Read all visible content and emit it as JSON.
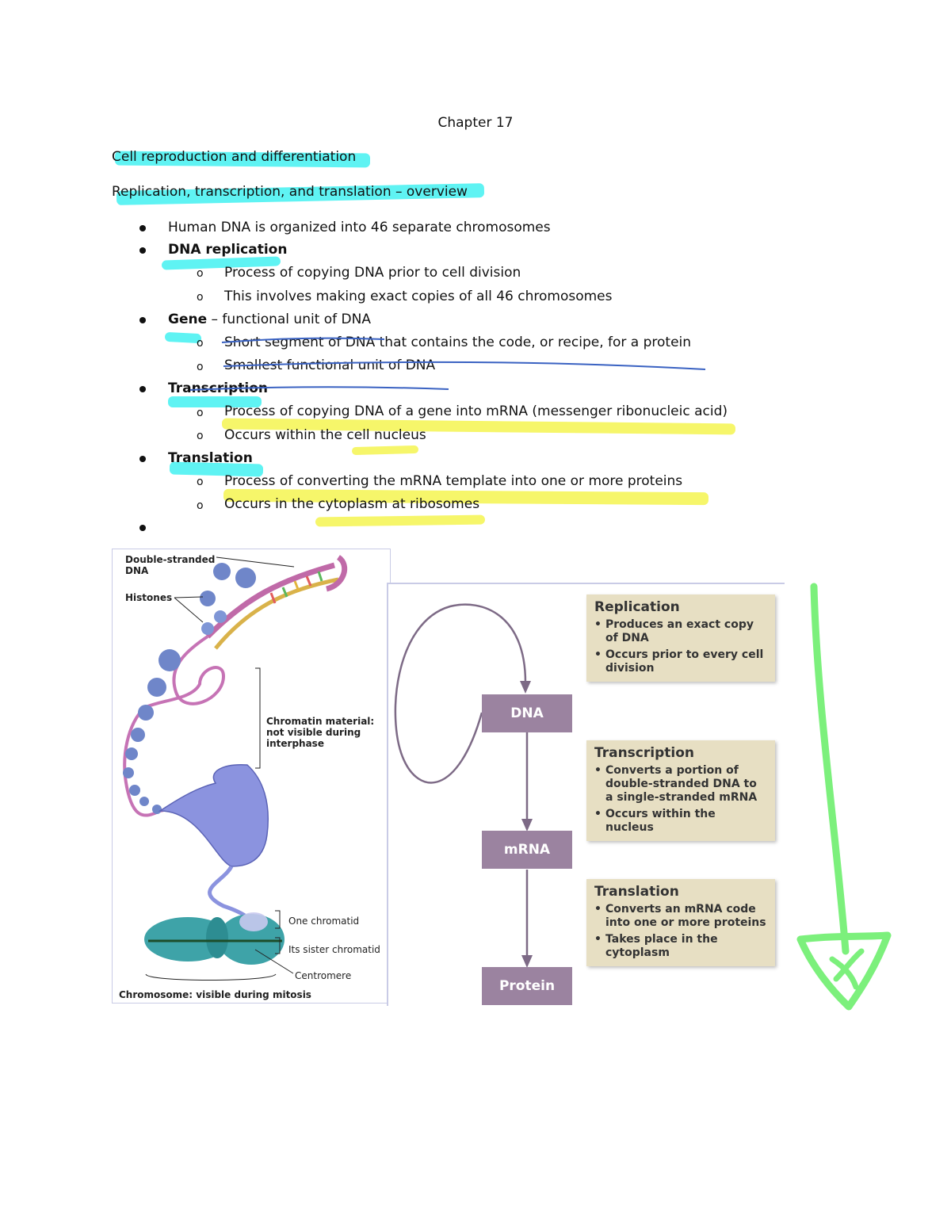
{
  "title": "Chapter 17",
  "heading1": "Cell reproduction and differentiation",
  "heading2": "Replication, transcription, and translation – overview",
  "items": [
    {
      "label": "Human DNA is organized into 46 separate chromosomes"
    },
    {
      "label": "DNA replication",
      "subs": [
        "Process of copying DNA prior to cell division",
        "This involves making exact copies of all 46 chromosomes"
      ]
    },
    {
      "term": "Gene",
      "rest": " – functional unit of DNA",
      "subs": [
        "Short segment of DNA that contains the code, or recipe, for a protein",
        "Smallest functional unit of DNA"
      ]
    },
    {
      "label": "Transcription",
      "subs": [
        "Process of copying DNA of a gene into mRNA (messenger ribonucleic acid)",
        "Occurs within the cell nucleus"
      ]
    },
    {
      "label": "Translation",
      "subs": [
        "Process of converting the mRNA template into one or more proteins",
        "Occurs in the cytoplasm at ribosomes"
      ]
    }
  ],
  "sub_marker": "o",
  "figure_left": {
    "labels": {
      "dsdna": "Double-stranded\nDNA",
      "histones": "Histones",
      "chromatin": "Chromatin material:\nnot visible during\ninterphase",
      "chromatid": "One chromatid",
      "sister": "Its sister chromatid",
      "centromere": "Centromere",
      "chromosome": "Chromosome: visible during mitosis"
    }
  },
  "figure_right": {
    "nodes": [
      "DNA",
      "mRNA",
      "Protein"
    ],
    "boxes": [
      {
        "title": "Replication",
        "points": [
          "Produces an exact copy of DNA",
          "Occurs prior to every cell division"
        ]
      },
      {
        "title": "Transcription",
        "points": [
          "Converts a portion of double-stranded DNA to a single-stranded mRNA",
          "Occurs within the nucleus"
        ]
      },
      {
        "title": "Translation",
        "points": [
          "Converts an mRNA code into one or more proteins",
          "Takes place in the cytoplasm"
        ]
      }
    ]
  },
  "colors": {
    "cyan_highlight": "#5ff3f3",
    "yellow_highlight": "#f6f66a",
    "pen_blue": "#3a62c2",
    "green_marker": "#7cf07c",
    "node_purple": "#9b83a0",
    "box_tan": "#e7dfc3"
  }
}
